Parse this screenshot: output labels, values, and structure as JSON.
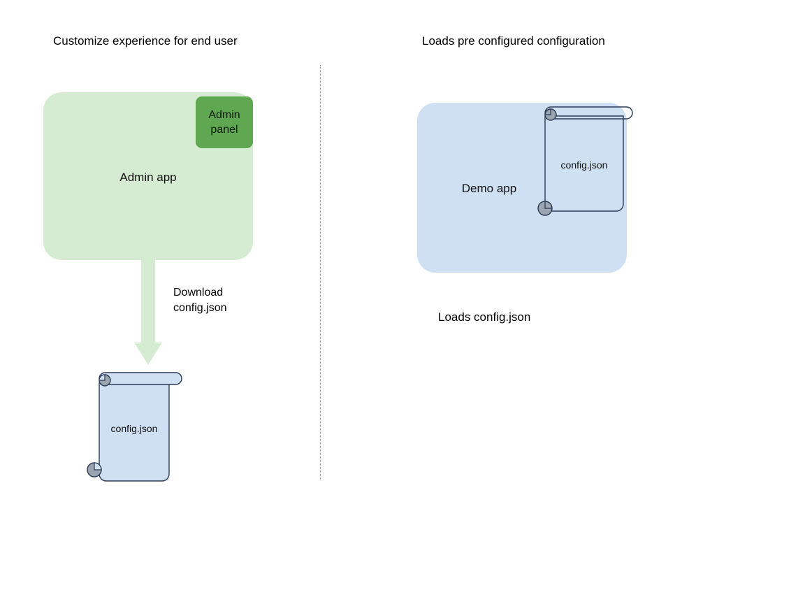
{
  "diagram": {
    "type": "flow-diagram",
    "background_color": "#ffffff",
    "columns": [
      {
        "id": "left",
        "heading": "Customize experience for end user",
        "app": {
          "label": "Admin app",
          "fill_color": "#d6ecd2",
          "chip": {
            "line1": "Admin",
            "line2": "panel",
            "fill_color": "#5fa751"
          }
        },
        "arrow": {
          "color": "#d6ecd2",
          "direction": "down",
          "caption_line1": "Download",
          "caption_line2": "config.json"
        },
        "document": {
          "label": "config.json",
          "fill_color": "#cfe0f3",
          "stroke_color": "#2b3a55",
          "roll_color": "#9aa5b1",
          "filled": true
        }
      },
      {
        "id": "right",
        "heading": "Loads pre configured configuration",
        "app": {
          "label": "Demo app",
          "fill_color": "#cfe0f3"
        },
        "document": {
          "label": "config.json",
          "fill_color": "transparent",
          "stroke_color": "#2b3a55",
          "roll_color": "#9aa5b1",
          "filled": false
        },
        "caption": "Loads config.json"
      }
    ],
    "divider": {
      "style": "dotted",
      "color": "#9a9a9a",
      "orientation": "vertical"
    }
  }
}
